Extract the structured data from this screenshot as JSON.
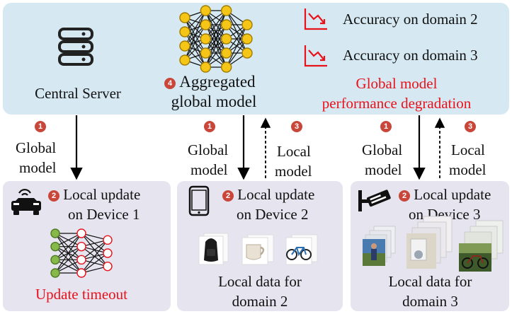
{
  "central_server": {
    "label": "Central Server"
  },
  "aggregated": {
    "step": "4",
    "line1": "Aggregated",
    "line2": "global model"
  },
  "legend": [
    {
      "icon": "decline-chart-icon",
      "label": "Accuracy on domain 2"
    },
    {
      "icon": "decline-chart-icon",
      "label": "Accuracy on domain 3"
    }
  ],
  "degradation": {
    "line1": "Global model",
    "line2": "performance degradation"
  },
  "arrows": {
    "down_label_1": "Global",
    "down_label_2": "model",
    "up_label_1": "Local",
    "up_label_2": "model",
    "step_down": "1",
    "step_up": "3"
  },
  "devices": [
    {
      "icon": "car-icon",
      "step": "2",
      "update_1": "Local update",
      "update_2": "on Device 1",
      "footer": "Update timeout"
    },
    {
      "icon": "phone-icon",
      "step": "2",
      "update_1": "Local update",
      "update_2": "on Device 2",
      "data_1": "Local data for",
      "data_2": "domain 2"
    },
    {
      "icon": "camera-icon",
      "step": "2",
      "update_1": "Local update",
      "update_2": "on Device 3",
      "data_1": "Local data for",
      "data_2": "domain 3"
    }
  ],
  "colors": {
    "top_panel": "#d6e9f3",
    "device_panel": "#e6e4ef",
    "step_badge": "#c9463a",
    "alert_red": "#e8121b",
    "node_yellow": "#f5c518",
    "node_green": "#86b94a"
  }
}
